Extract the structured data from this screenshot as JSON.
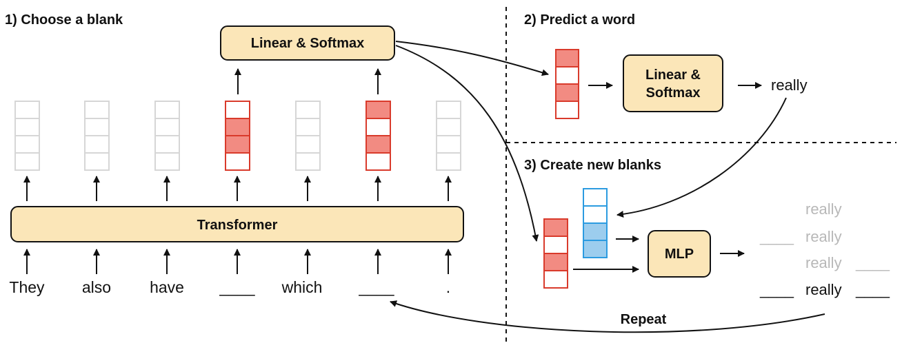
{
  "sections": {
    "choose": "1) Choose a blank",
    "predict": "2) Predict a word",
    "create": "3) Create new blanks"
  },
  "boxes": {
    "linear_softmax_top": "Linear & Softmax",
    "linear_softmax_right_line1": "Linear &",
    "linear_softmax_right_line2": "Softmax",
    "transformer": "Transformer",
    "mlp": "MLP"
  },
  "tokens": [
    "They",
    "also",
    "have",
    "____",
    "which",
    "____",
    "."
  ],
  "predicted_word": "really",
  "new_blank_options": {
    "row1": {
      "word": "really"
    },
    "row2": {
      "blank": "____",
      "word": "really"
    },
    "row3": {
      "word": "really",
      "blank": "____"
    },
    "row4": {
      "blank_left": "____",
      "word": "really",
      "blank_right": "____"
    }
  },
  "repeat_label": "Repeat",
  "colors": {
    "box_fill": "#fbe6b8",
    "red_stroke": "#d93a2b",
    "red_fill": "#f28b82",
    "blue_stroke": "#2b9be0",
    "blue_fill": "#9ccdee",
    "gray_stroke": "#d6d6d6"
  }
}
